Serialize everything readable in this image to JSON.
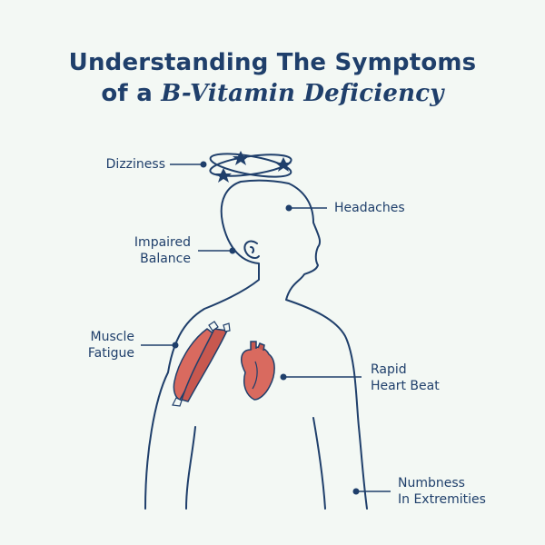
{
  "title": {
    "line1": "Understanding The Symptoms",
    "line2_prefix": "of a ",
    "line2_emphasis": "B-Vitamin Deficiency"
  },
  "labels": {
    "dizziness": "Dizziness",
    "headaches": "Headaches",
    "impaired_balance": "Impaired\nBalance",
    "muscle_fatigue": "Muscle\nFatigue",
    "rapid_heart_beat": "Rapid\nHeart Beat",
    "numbness": "Numbness\nIn Extremities"
  },
  "colors": {
    "background": "#f3f8f4",
    "ink": "#1f3f6b",
    "organ": "#d96a5f",
    "organ_dark": "#b04f47"
  }
}
